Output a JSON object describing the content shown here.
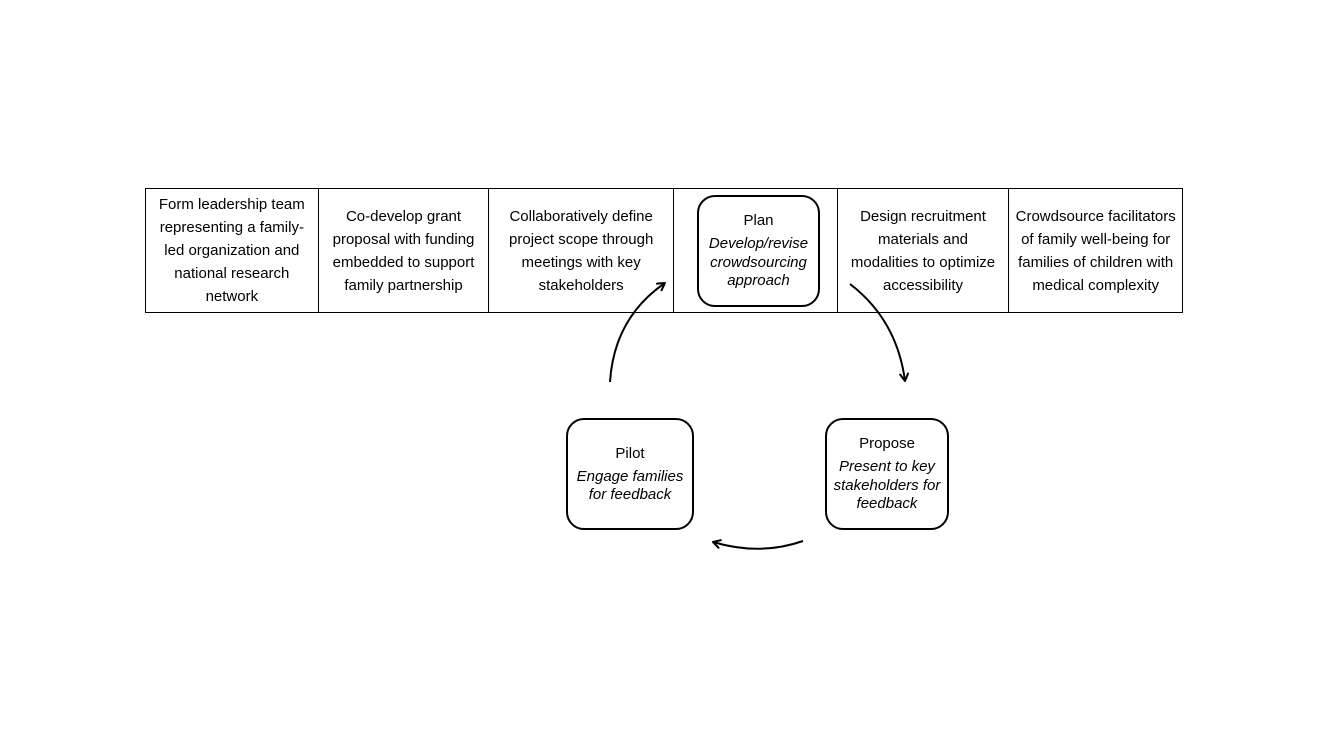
{
  "steps": [
    {
      "text": "Form leadership team representing a family-led organization and national research network"
    },
    {
      "text": "Co-develop grant proposal with funding embedded to support family partnership"
    },
    {
      "text": "Collaboratively define project scope through meetings with key stakeholders"
    },
    {
      "text": ""
    },
    {
      "text": "Design recruitment materials and modalities to optimize accessibility"
    },
    {
      "text": "Crowdsource facilitators of family well-being for families of children with medical complexity"
    }
  ],
  "cycle": {
    "plan": {
      "title": "Plan",
      "desc": "Develop/revise crowdsourcing approach"
    },
    "propose": {
      "title": "Propose",
      "desc": "Present to key stakeholders for feedback"
    },
    "pilot": {
      "title": "Pilot",
      "desc": "Engage families for feedback"
    }
  }
}
